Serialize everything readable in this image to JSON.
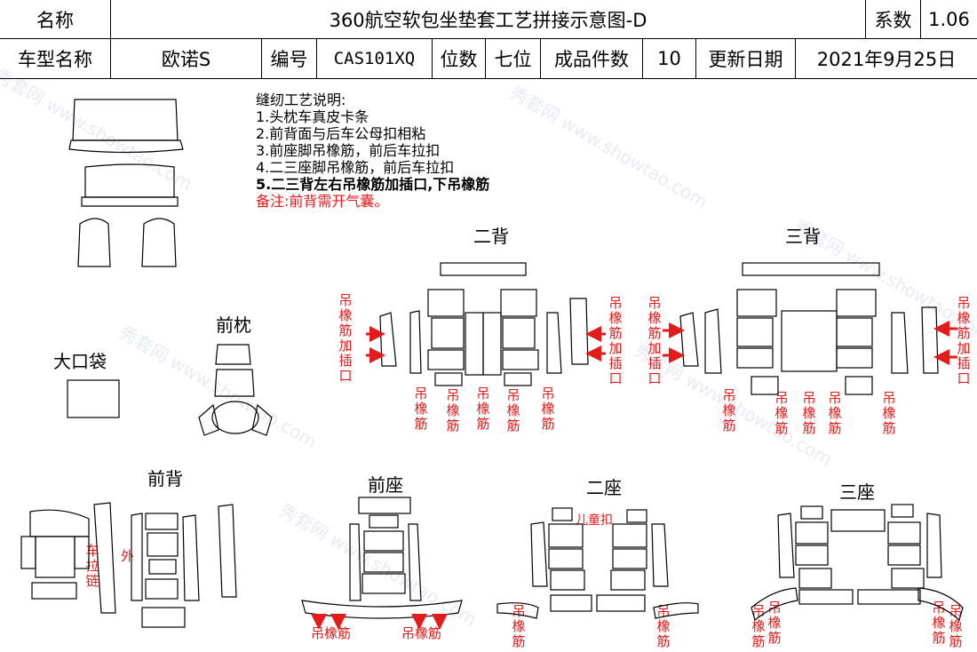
{
  "header": {
    "name_label": "名称",
    "title": "360航空软包坐垫套工艺拼接示意图-D",
    "coef_label": "系数",
    "coef_value": "1.06",
    "car_label": "车型名称",
    "car_value": "欧诺S",
    "code_label": "编号",
    "code_value": "CAS101XQ",
    "seats_label": "位数",
    "seats_value": "七位",
    "count_label": "成品件数",
    "count_value": "10",
    "date_label": "更新日期",
    "date_value": "2021年9月25日"
  },
  "notes": {
    "title": "缝纫工艺说明:",
    "items": [
      "1.头枕车真皮卡条",
      "2.前背面与后车公母扣相粘",
      "3.前座脚吊橡筋，前后车拉扣",
      "4.二三座脚吊橡筋，前后车拉扣",
      "5.二三背左右吊橡筋加插口,下吊橡筋"
    ],
    "remark": "备注:前背需开气囊。"
  },
  "sections": {
    "er_bei": "二背",
    "san_bei": "三背",
    "qian_zhen": "前枕",
    "da_kou_dai": "大口袋",
    "qian_bei": "前背",
    "qian_zuo": "前座",
    "er_zuo": "二座",
    "san_zuo": "三座"
  },
  "annotations": {
    "hang_insert": "吊橡筋加插口",
    "hang": "吊橡筋",
    "hang_h": "吊橡筋",
    "car_pull_zip": "车拉链",
    "outer": "外",
    "child_lock": "儿童扣"
  },
  "watermark": "秀套网 www.showtao.com",
  "colors": {
    "annotation": "#e31b1b",
    "watermark": "#e8eaf6",
    "line": "#000000"
  }
}
